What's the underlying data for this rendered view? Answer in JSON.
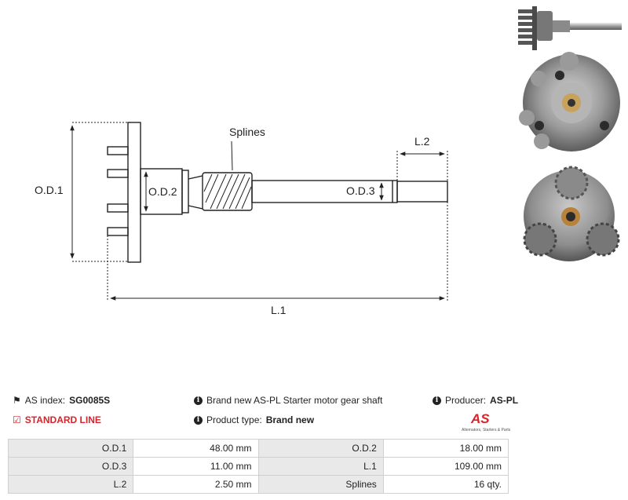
{
  "drawing": {
    "od1": "O.D.1",
    "od2": "O.D.2",
    "od3": "O.D.3",
    "l1": "L.1",
    "l2": "L.2",
    "splines": "Splines"
  },
  "info": {
    "as_index_label": "AS index:",
    "as_index_value": "SG0085S",
    "description": "Brand new AS-PL Starter motor gear shaft",
    "producer_label": "Producer:",
    "producer_value": "AS-PL",
    "standard_line": "STANDARD LINE",
    "product_type_label": "Product type:",
    "product_type_value": "Brand new"
  },
  "logo": {
    "mark": "AS",
    "tagline": "Alternators, Starters & Parts"
  },
  "specs": [
    [
      {
        "label": "O.D.1",
        "value": "48.00 mm"
      },
      {
        "label": "O.D.2",
        "value": "18.00 mm"
      }
    ],
    [
      {
        "label": "O.D.3",
        "value": "11.00 mm"
      },
      {
        "label": "L.1",
        "value": "109.00 mm"
      }
    ],
    [
      {
        "label": "L.2",
        "value": "2.50 mm"
      },
      {
        "label": "Splines",
        "value": "16 qty."
      }
    ]
  ],
  "icons": {
    "info": "info-icon",
    "tag": "tag-icon",
    "check": "checkbox-icon"
  },
  "colors": {
    "accent": "#d8232a",
    "label_cell": "#e9e9e9",
    "border": "#d0d0d0"
  }
}
